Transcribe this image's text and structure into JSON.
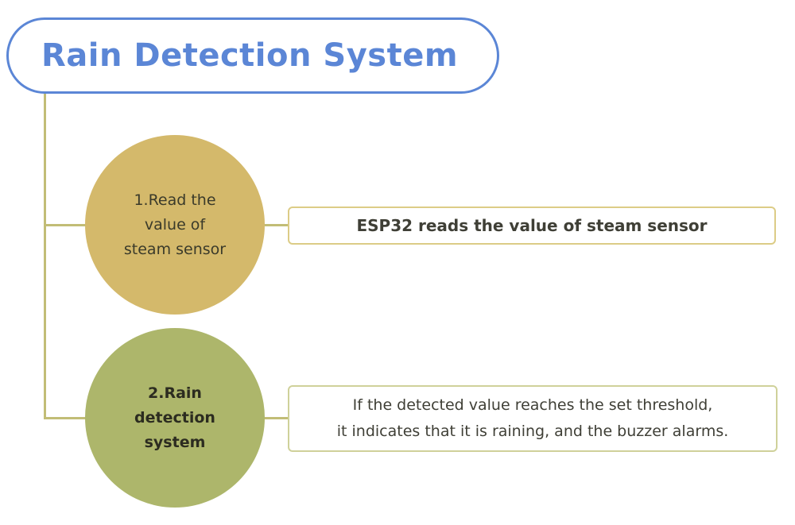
{
  "title": "Rain Detection System",
  "steps": [
    {
      "label_lines": [
        "1.Read the",
        "value of",
        "steam sensor"
      ],
      "description_lines": [
        "ESP32 reads the value of steam sensor"
      ]
    },
    {
      "label_lines": [
        "2.Rain",
        "detection",
        "system"
      ],
      "description_lines": [
        "If the detected value reaches the set threshold,",
        "it indicates that it is raining, and the buzzer alarms."
      ]
    }
  ],
  "colors": {
    "title": "#5b86d6",
    "step1": "#d4b96b",
    "step2": "#adb66b",
    "connector": "#c2bd76"
  }
}
